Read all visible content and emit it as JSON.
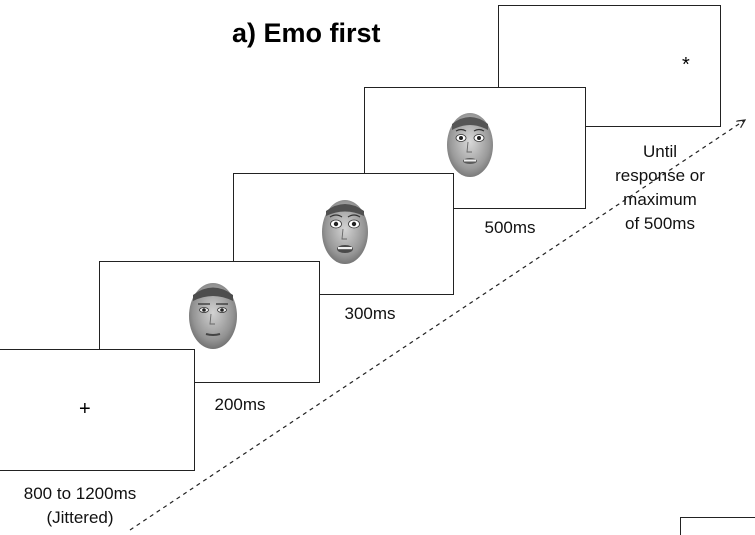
{
  "title": "a) Emo first",
  "frames": {
    "fixation": {
      "symbol": "+",
      "duration": "800 to 1200ms",
      "note": "(Jittered)"
    },
    "neutral_face": {
      "duration": "200ms"
    },
    "emotion_face_1": {
      "duration": "300ms"
    },
    "emotion_face_2": {
      "duration": "500ms"
    },
    "response": {
      "symbol": "*",
      "duration_lines": [
        "Until",
        "response or",
        "maximum",
        "of 500ms"
      ]
    }
  },
  "colors": {
    "frame_border": "#222222",
    "text": "#111111",
    "background": "#ffffff"
  },
  "icons": {
    "face": "face-photo-icon",
    "time_arrow": "dashed-arrow-icon"
  }
}
